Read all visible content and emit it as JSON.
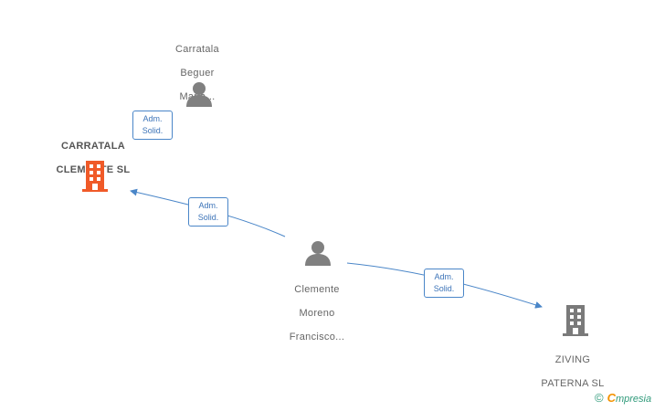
{
  "nodes": {
    "person_top": {
      "lines": [
        "Carratala",
        "Beguer",
        "Maria..."
      ]
    },
    "company_main": {
      "lines": [
        "CARRATALA",
        "CLEMENTE SL"
      ],
      "color": "#f05a28"
    },
    "person_center": {
      "lines": [
        "Clemente",
        "Moreno",
        "Francisco..."
      ]
    },
    "company_ziving": {
      "lines": [
        "ZIVING",
        "PATERNA SL"
      ],
      "color": "#7a7a7a"
    }
  },
  "edges": {
    "top_to_main": {
      "line1": "Adm.",
      "line2": "Solid."
    },
    "center_to_main": {
      "line1": "Adm.",
      "line2": "Solid."
    },
    "center_to_ziving": {
      "line1": "Adm.",
      "line2": "Solid."
    }
  },
  "colors": {
    "edge": "#4a86c8",
    "person": "#808080"
  },
  "footer": {
    "copyright": "©",
    "brand_initial": "C",
    "brand_rest": "mpresia"
  }
}
